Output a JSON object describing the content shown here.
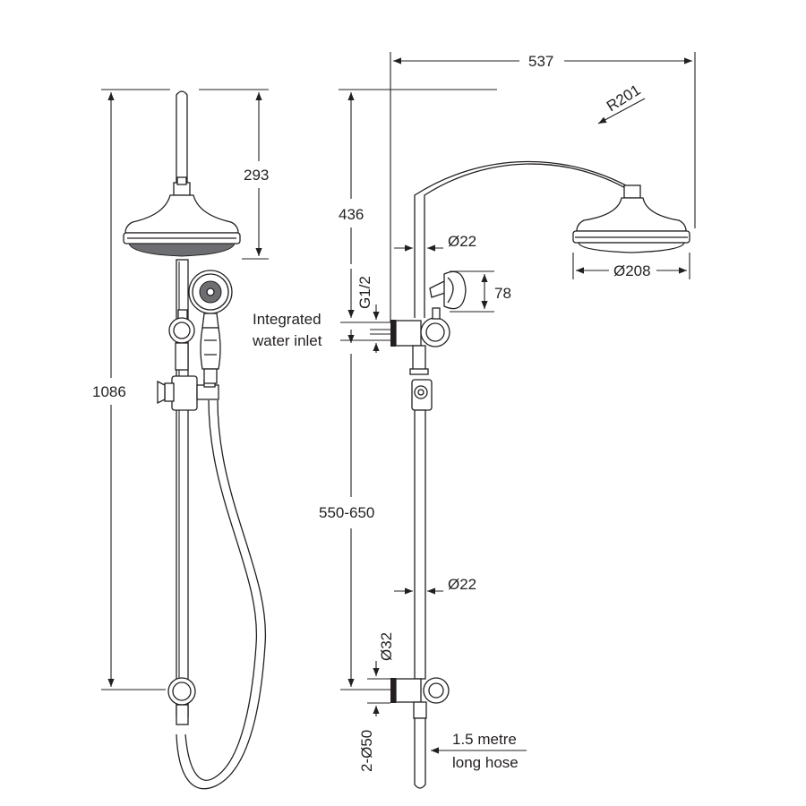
{
  "dimensions": {
    "total_height": "1086",
    "rose_drop": "293",
    "arm_height": "436",
    "arm_reach": "537",
    "arm_radius": "R201",
    "upper_rail_diameter": "Ø22",
    "rose_diameter": "Ø208",
    "handpiece_height": "78",
    "inlet_thread": "G1/2",
    "inlet_label_line1": "Integrated",
    "inlet_label_line2": "water inlet",
    "adjustable_range": "550-650",
    "lower_rail_diameter": "Ø22",
    "bracket_diameter": "Ø32",
    "bracket_centres": "2-Ø50",
    "hose_label_line1": "1.5 metre",
    "hose_label_line2": "long hose"
  }
}
